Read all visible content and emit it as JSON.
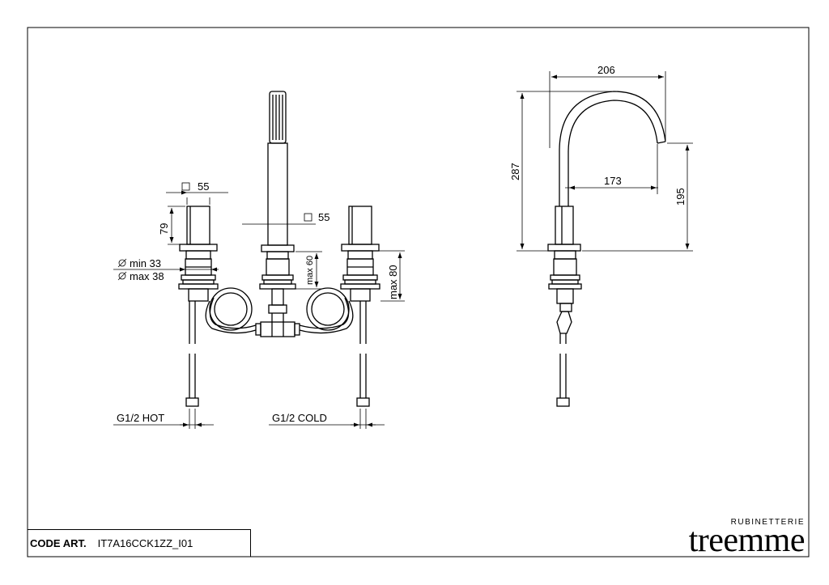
{
  "code": {
    "label": "CODE ART.",
    "value": "IT7A16CCK1ZZ_I01"
  },
  "brand": {
    "sub": "RUBINETTERIE",
    "name": "treemme"
  },
  "front_view": {
    "handle_square": "55",
    "handshower_square": "55",
    "handle_height": "79",
    "hole_min": "min 33",
    "hole_max": "max 38",
    "deck_max_center": "max 60",
    "deck_max": "max 80",
    "hot_label": "G1/2 HOT",
    "cold_label": "G1/2 COLD"
  },
  "side_view": {
    "reach": "206",
    "height": "287",
    "spout_inner": "173",
    "spout_height": "195"
  },
  "colors": {
    "line": "#000000",
    "background": "#ffffff"
  }
}
